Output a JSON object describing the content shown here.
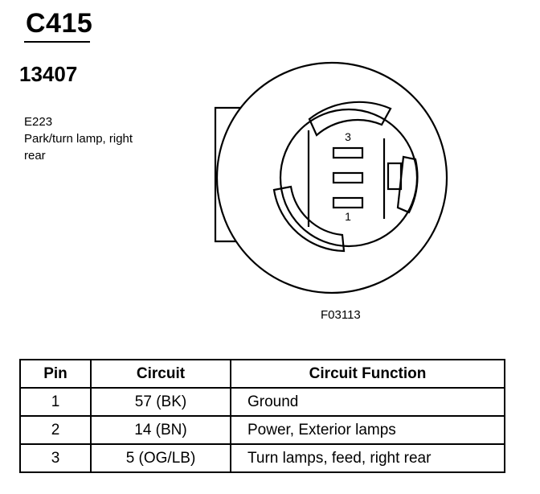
{
  "connector": {
    "id": "C415",
    "part_number": "13407"
  },
  "component": {
    "code": "E223",
    "description_lines": [
      "Park/turn lamp, right",
      "rear"
    ]
  },
  "diagram": {
    "pin_labels": [
      "3",
      "1"
    ],
    "figure_code": "F03113"
  },
  "table": {
    "headers": {
      "pin": "Pin",
      "circuit": "Circuit",
      "function": "Circuit Function"
    },
    "rows": [
      {
        "pin": "1",
        "circuit": "57 (BK)",
        "function": "Ground"
      },
      {
        "pin": "2",
        "circuit": "14 (BN)",
        "function": "Power, Exterior lamps"
      },
      {
        "pin": "3",
        "circuit": "5 (OG/LB)",
        "function": "Turn lamps, feed, right rear"
      }
    ]
  }
}
